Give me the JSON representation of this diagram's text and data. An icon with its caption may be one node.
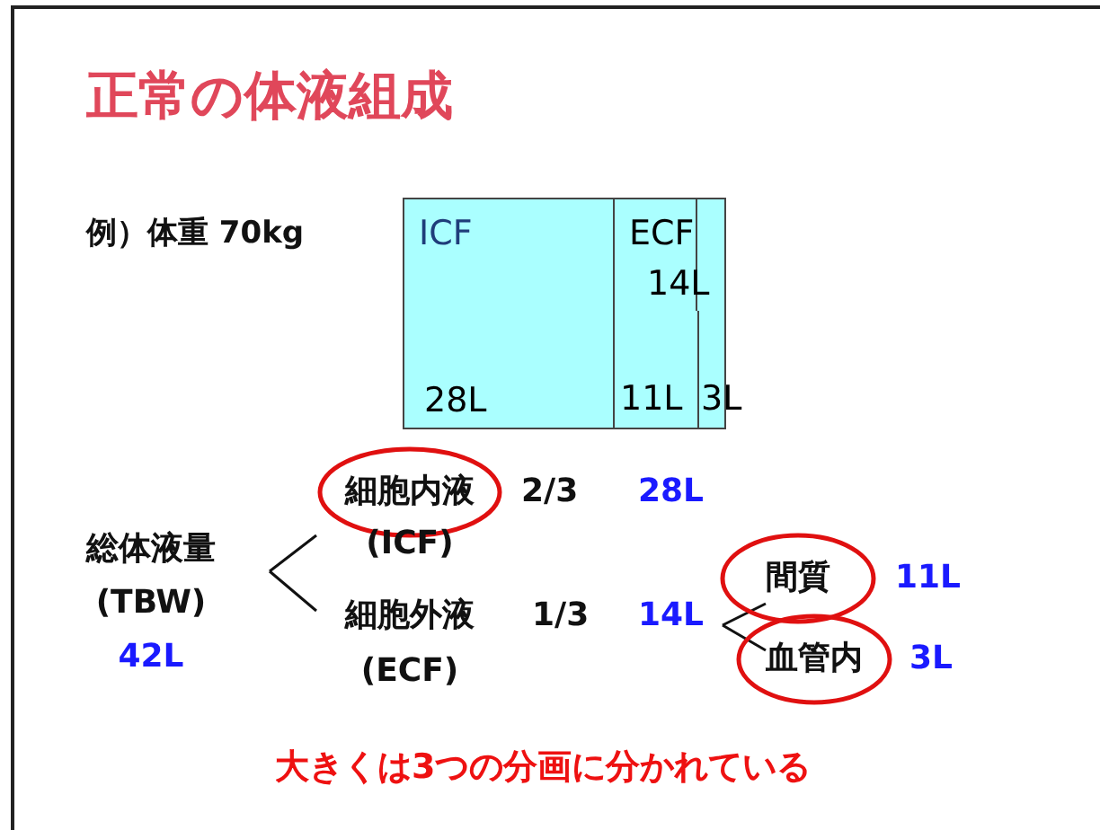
{
  "diagram": {
    "title": "正常の体液組成",
    "nodes": [
      {
        "text": [
          "ICF",
          "28L"
        ]
      },
      {
        "text": [
          "ECF",
          "14L"
        ]
      },
      {
        "text": [
          "11L"
        ],
        "in": 1
      },
      {
        "text": [
          "3L"
        ],
        "in": 1
      },
      {
        "text": [
          "総体液量",
          "(TBW)",
          "42L"
        ]
      },
      {
        "text": [
          "細胞内液",
          "(ICF)"
        ],
        "beside": [
          "2/3",
          "28L"
        ]
      },
      {
        "text": [
          "細胞外液",
          "(ECF)"
        ],
        "beside": [
          "1/3",
          "14L"
        ]
      },
      {
        "text": [
          "間質"
        ],
        "beside": [
          "11L"
        ]
      },
      {
        "text": [
          "血管内"
        ],
        "beside": [
          "3L"
        ]
      }
    ],
    "edges": [
      {
        "from": 4,
        "to": 5,
        "arrow": "none"
      },
      {
        "from": 4,
        "to": 6,
        "arrow": "none"
      },
      {
        "from": 6,
        "to": 7,
        "arrow": "none"
      },
      {
        "from": 6,
        "to": 8,
        "arrow": "none"
      }
    ],
    "labels": [
      "例）体重 70kg",
      "大きくは3つの分画に分かれている"
    ]
  }
}
